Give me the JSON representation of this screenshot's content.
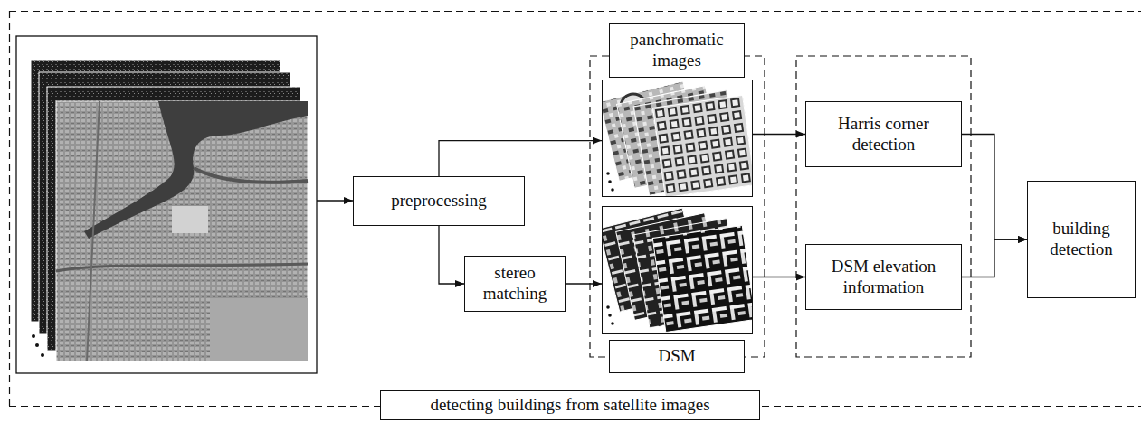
{
  "diagram": {
    "nodes": [
      {
        "text": [
          "detecting buildings from satellite images"
        ]
      },
      {
        "text": [
          "preprocessing"
        ],
        "in": 0
      },
      {
        "text": [
          "stereo matching"
        ],
        "in": 0
      },
      {
        "text": [
          "panchromatic images"
        ],
        "in": 0
      },
      {
        "text": [
          "DSM"
        ],
        "in": 0
      },
      {
        "text": [
          "Harris corner detection"
        ],
        "in": 0
      },
      {
        "text": [
          "DSM elevation information"
        ],
        "in": 0
      },
      {
        "text": [
          "building detection"
        ],
        "in": 0
      }
    ],
    "edges": [
      {
        "from": 1,
        "to": 3,
        "arrow": "to"
      },
      {
        "from": 1,
        "to": 2,
        "arrow": "to"
      },
      {
        "from": 2,
        "to": 4,
        "arrow": "to"
      },
      {
        "from": 3,
        "to": 5,
        "arrow": "to"
      },
      {
        "from": 4,
        "to": 6,
        "arrow": "to"
      },
      {
        "from": 5,
        "to": 7,
        "arrow": "to"
      },
      {
        "from": 6,
        "to": 7,
        "arrow": "to"
      }
    ]
  }
}
